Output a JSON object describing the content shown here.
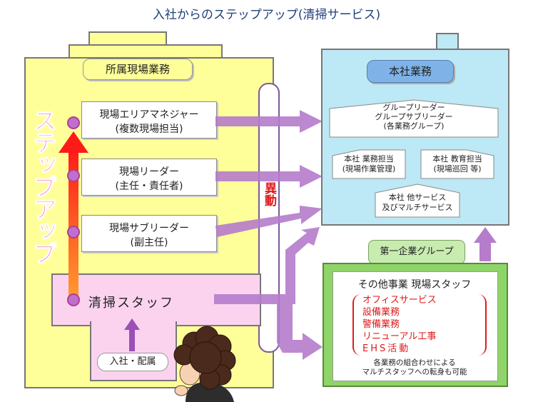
{
  "title": "入社からのステップアップ(清掃サービス)",
  "left": {
    "header": "所属現場業務",
    "levels": [
      {
        "line1": "現場エリアマネジャー",
        "line2": "(複数現場担当)"
      },
      {
        "line1": "現場リーダー",
        "line2": "(主任・責任者)"
      },
      {
        "line1": "現場サブリーダー",
        "line2": "(副主任)"
      }
    ],
    "base": "清掃スタッフ",
    "entry": "入社・配属",
    "stepup": "ステップアップ"
  },
  "transfer": "異動",
  "hq": {
    "header": "本社業務",
    "group_leader": {
      "line1": "グループリーダー",
      "line2": "グループサブリーダー",
      "line3": "(各業務グループ)"
    },
    "sales": {
      "line1": "本社 業務担当",
      "line2": "(現場作業管理)"
    },
    "education": {
      "line1": "本社 教育担当",
      "line2": "(現場巡回 等)"
    },
    "other": {
      "line1": "本社 他サービス",
      "line2": "及びマルチサービス"
    }
  },
  "group": {
    "header": "第一企業グループ",
    "title": "その他事業 現場スタッフ",
    "services": [
      "オフィスサービス",
      "設備業務",
      "警備業務",
      "リニューアル工事",
      "EHS活動"
    ],
    "note1": "各業務の組合わせによる",
    "note2": "マルチスタッフへの転身も可能"
  },
  "colors": {
    "yellow": "#ffff99",
    "pink": "#fbd3ef",
    "blue": "#bde8f5",
    "green": "#e8f5d9",
    "arrow": "#b57ccb",
    "red": "#e01a1a"
  }
}
